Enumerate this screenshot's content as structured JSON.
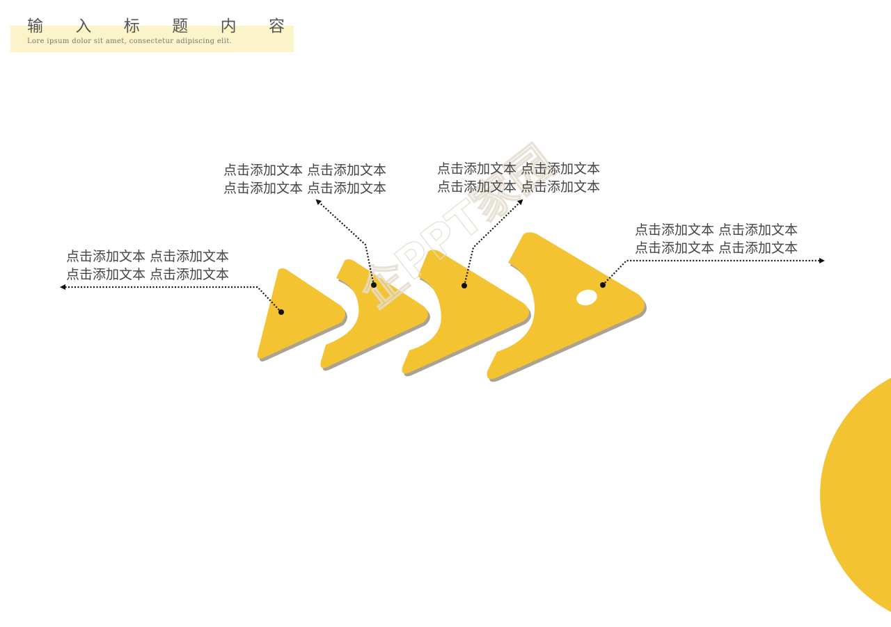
{
  "header": {
    "title_chars": [
      "输",
      "入",
      "标",
      "题",
      "内",
      "容"
    ],
    "title": "输入标题内容",
    "subtitle": "Lore ipsum dolor sit amet, consectetur adipiscing elit."
  },
  "labels": [
    {
      "id": "label-1",
      "line1": "点击添加文本 点击添加文本",
      "line2": "点击添加文本 点击添加文本"
    },
    {
      "id": "label-2",
      "line1": "点击添加文本 点击添加文本",
      "line2": "点击添加文本 点击添加文本"
    },
    {
      "id": "label-3",
      "line1": "点击添加文本 点击添加文本",
      "line2": "点击添加文本 点击添加文本"
    },
    {
      "id": "label-4",
      "line1": "点击添加文本 点击添加文本",
      "line2": "点击添加文本 点击添加文本"
    }
  ],
  "watermark": "企PPT家园",
  "colors": {
    "accent": "#f4c332",
    "shadow": "#a9a295",
    "band": "#fbf4c8",
    "text": "#444444"
  }
}
